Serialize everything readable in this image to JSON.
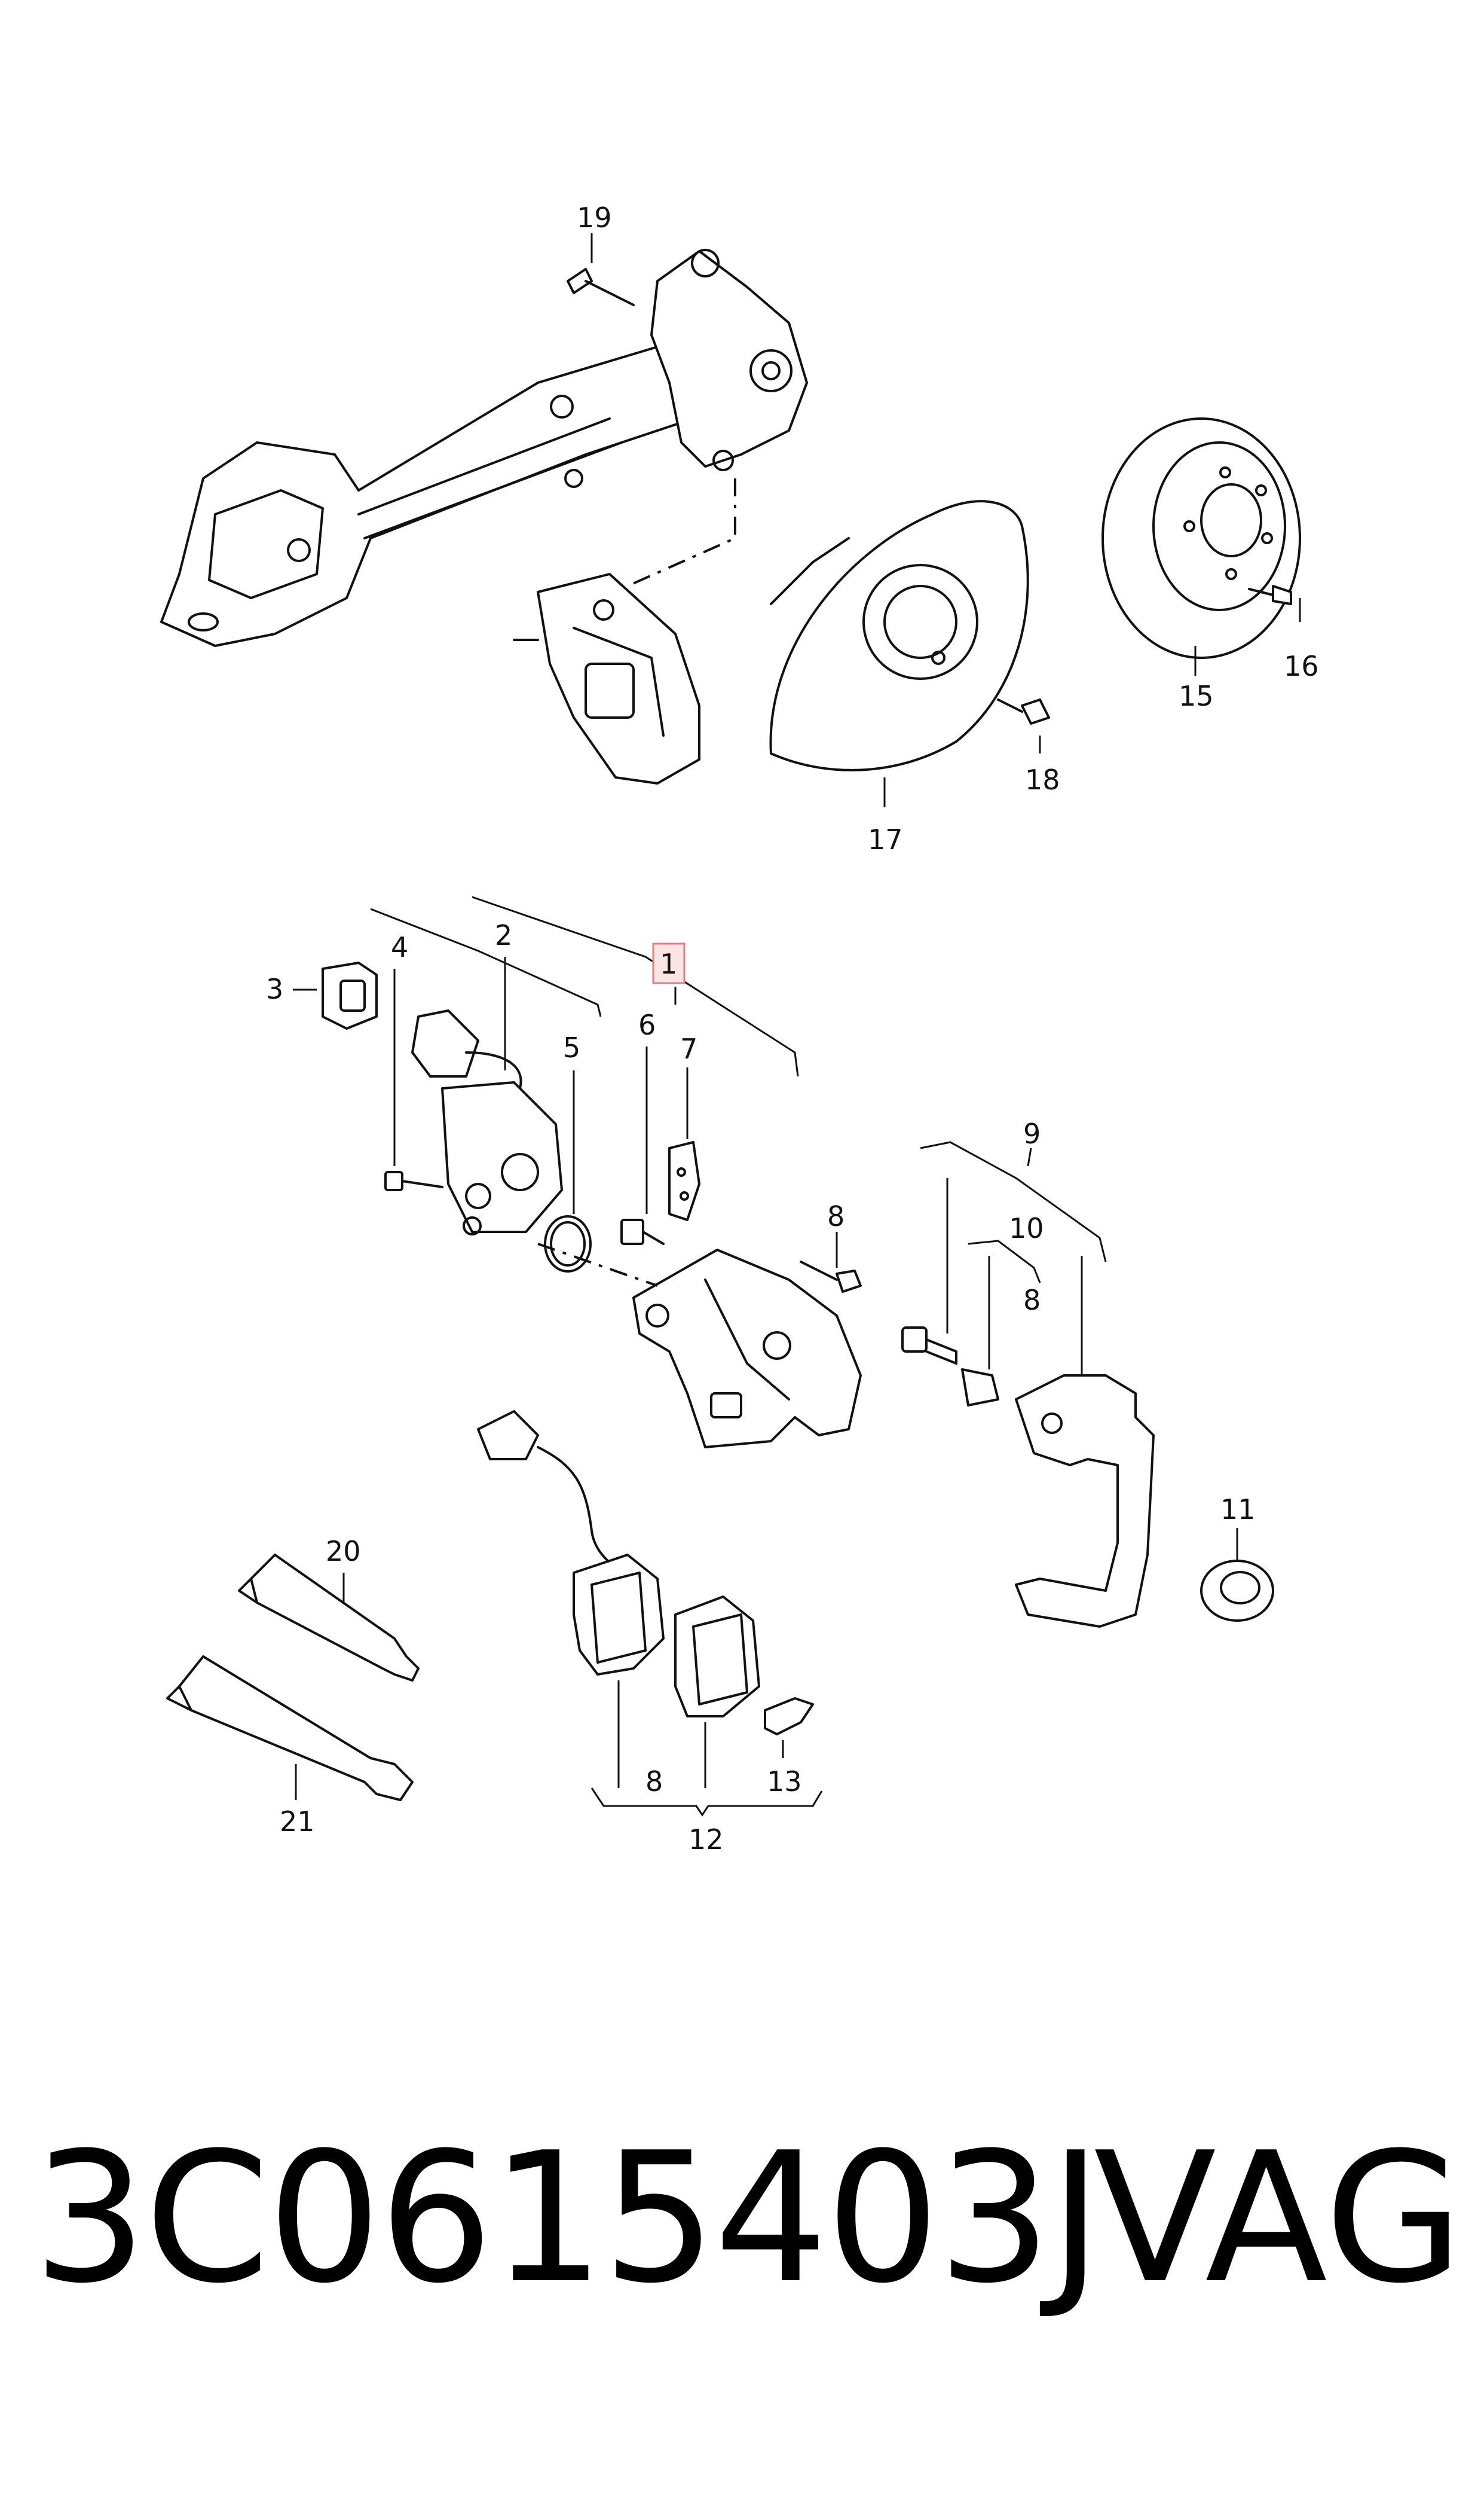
{
  "callouts": {
    "c1": "1",
    "c2": "2",
    "c3": "3",
    "c4": "4",
    "c5": "5",
    "c6": "6",
    "c7": "7",
    "c8a": "8",
    "c8b": "8",
    "c8c": "8",
    "c9": "9",
    "c10": "10",
    "c11": "11",
    "c12": "12",
    "c13": "13",
    "c15": "15",
    "c16": "16",
    "c17": "17",
    "c18": "18",
    "c19": "19",
    "c20": "20",
    "c21": "21"
  },
  "highlight_color": "#e08080",
  "footer": {
    "part_number": "3C0615403J",
    "brand": "VAG"
  }
}
